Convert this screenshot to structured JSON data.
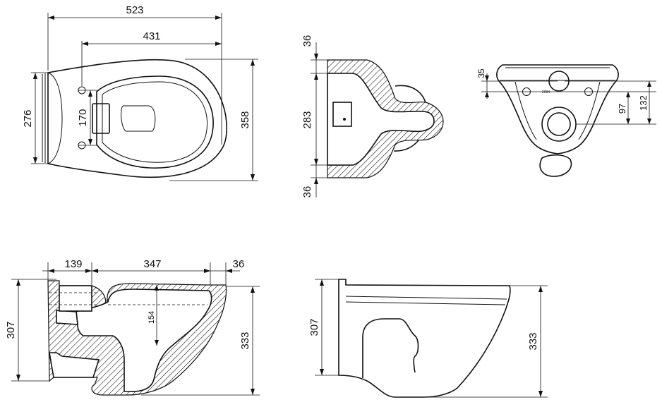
{
  "dimensions": {
    "top_view": {
      "overall_length": "523",
      "fixing_to_front": "431",
      "rear_width": "276",
      "fixing_spacing": "170",
      "overall_width": "358"
    },
    "rear_section": {
      "top_rim": "36",
      "inner_height": "283",
      "bottom_rim": "36"
    },
    "back_view": {
      "inlet_offset": "35",
      "outlet_center": "97",
      "outlet_total": "132"
    },
    "side_section": {
      "rear_depth": "139",
      "bowl_length": "347",
      "front_rim": "36",
      "rear_height": "307",
      "overall_height": "333",
      "water_depth": "154"
    },
    "side_view": {
      "rear_height": "307",
      "overall_height": "333"
    }
  }
}
